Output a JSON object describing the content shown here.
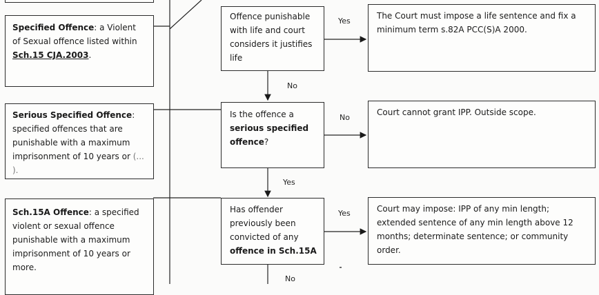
{
  "definitions": {
    "specified": {
      "term": "Specified Offence",
      "text": ": a Violent of Sexual offence listed within ",
      "ref": "Sch.15 CJA.2003",
      "tail": "."
    },
    "serious_specified": {
      "term": "Serious Specified Offence",
      "text": ": specified offences that are punishable with a maximum imprisonment of 10 years or",
      "tail": "(... )."
    },
    "sch15a": {
      "term": "Sch.15A Offence",
      "text": ": a specified violent or sexual offence punishable with a maximum imprisonment of 10 years or more."
    }
  },
  "questions": {
    "q1": {
      "text": "Offence punishable with life and court considers it justifies life"
    },
    "q2": {
      "pre": "Is the offence a ",
      "bold": "serious specified offence",
      "post": "?"
    },
    "q3": {
      "pre": "Has offender previously been convicted of any ",
      "bold": "offence in Sch.15A",
      "post": ""
    }
  },
  "results": {
    "r1": "The Court must impose a life sentence and fix a minimum term s.82A PCC(S)A 2000.",
    "r2": "Court cannot grant IPP. Outside scope.",
    "r3": "Court may impose: IPP of any min length; extended sentence of any min length above 12 months; determinate sentence; or community order."
  },
  "labels": {
    "yes1": "Yes",
    "no1": "No",
    "no2": "No",
    "yes2": "Yes",
    "yes3": "Yes",
    "no3": "No"
  }
}
